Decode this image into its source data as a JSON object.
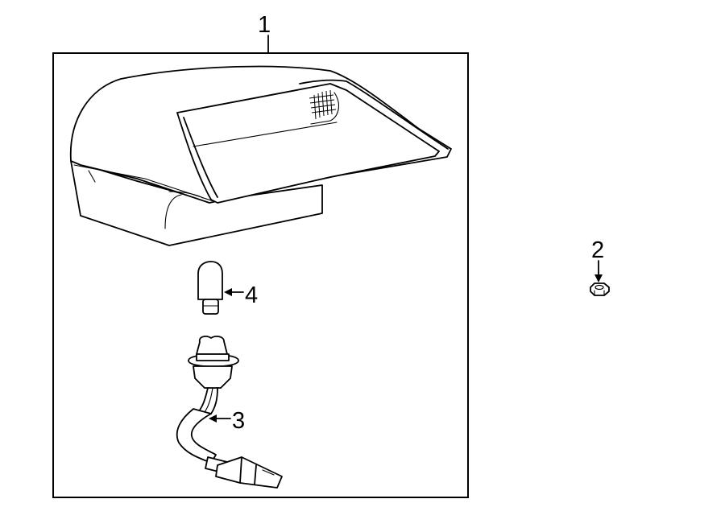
{
  "callouts": {
    "c1": "1",
    "c2": "2",
    "c3": "3",
    "c4": "4"
  },
  "colors": {
    "line": "#000000",
    "background": "#ffffff"
  },
  "parts": [
    "lamp-assembly",
    "nut",
    "wire-harness-socket",
    "bulb"
  ]
}
